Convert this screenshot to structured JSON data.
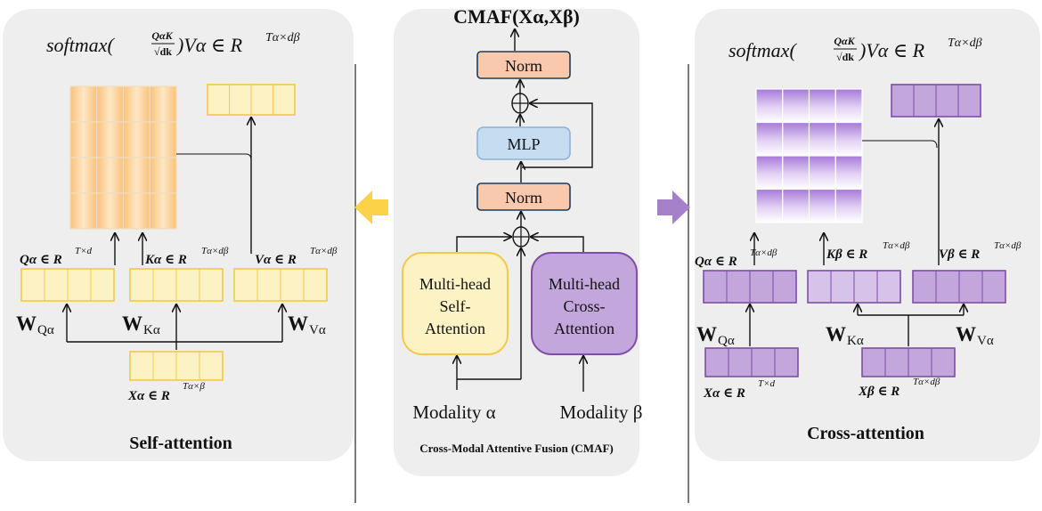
{
  "colors": {
    "panel_bg": "#eeeeee",
    "yellow_fill": "#fdf2c4",
    "yellow_stroke": "#f2c94c",
    "purple_fill": "#c3a6dc",
    "purple_stroke": "#7e4fa6",
    "norm_fill": "#f8c9ac",
    "mlp_fill": "#c5dcf1",
    "arrow_yellow": "#fcd248",
    "arrow_purple": "#a680c8"
  },
  "left": {
    "formula_pre": "softmax(",
    "formula_num": "QαK",
    "formula_den": "√dk",
    "formula_post": ")Vα ∈ R",
    "formula_sup": "Tα×dβ",
    "q_label": "Qα ∈ R",
    "q_sup": "T×d",
    "k_label": "Kα ∈ R",
    "k_sup": "Tα×dβ",
    "v_label": "Vα ∈ R",
    "v_sup": "Tα×dβ",
    "wq_main": "W",
    "wq_sub": "Qα",
    "wk_main": "W",
    "wk_sub": "Kα",
    "wv_main": "W",
    "wv_sub": "Vα",
    "x_label": "Xα ∈ R",
    "x_sup": "Tα×β",
    "caption": "Self-attention"
  },
  "center": {
    "title": "CMAF(Xα,Xβ)",
    "norm_top": "Norm",
    "mlp": "MLP",
    "norm_bottom": "Norm",
    "self_attn_lines": [
      "Multi-head",
      "Self-",
      "Attention"
    ],
    "cross_attn_lines": [
      "Multi-head",
      "Cross-",
      "Attention"
    ],
    "modality_a": "Modality α",
    "modality_b": "Modality β",
    "caption": "Cross-Modal Attentive Fusion (CMAF)"
  },
  "right": {
    "formula_pre": "softmax(",
    "formula_num": "QαK",
    "formula_den": "√dk",
    "formula_post": ")Vα ∈ R",
    "formula_sup": "Tα×dβ",
    "q_label": "Qα ∈ R",
    "q_sup": "Tα×dβ",
    "k_label": "Kβ ∈ R",
    "k_sup": "Tα×dβ",
    "v_label": "Vβ ∈ R",
    "v_sup": "Tα×dβ",
    "wq_main": "W",
    "wq_sub": "Qα",
    "wk_main": "W",
    "wk_sub": "Kα",
    "wv_main": "W",
    "wv_sub": "Vα",
    "xa_label": "Xα ∈ R",
    "xa_sup": "T×d",
    "xb_label": "Xβ ∈ R",
    "xb_sup": "Tα×dβ",
    "caption": "Cross-attention"
  }
}
